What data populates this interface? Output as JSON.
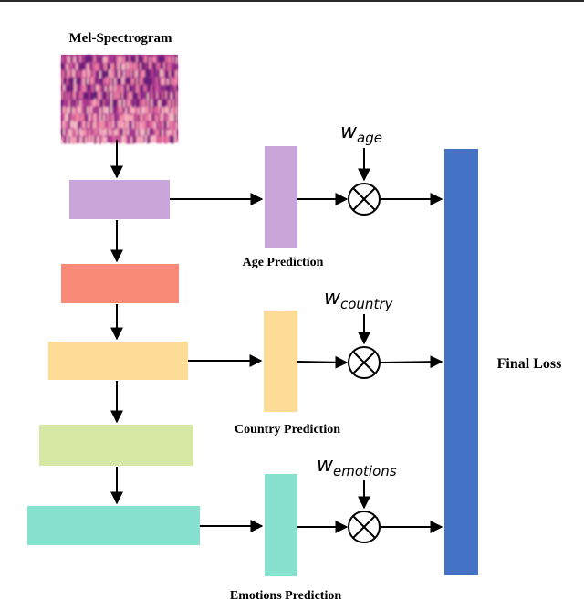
{
  "title": "Mel-Spectrogram",
  "colors": {
    "block1": "#c9a6d9",
    "block2": "#f98a78",
    "block3": "#fddc95",
    "block4": "#d6e8a4",
    "block5": "#86e2cf",
    "age_head": "#c9a6d9",
    "country_head": "#fddc95",
    "emotions_head": "#86e2cf",
    "final_bar": "#4472c4",
    "arrow": "#000000",
    "spectrogram": [
      "#6a1b78",
      "#a8398f",
      "#d9609a",
      "#f08aa7",
      "#f3b5c2"
    ]
  },
  "heads": {
    "age": {
      "label": "Age Prediction",
      "weight_symbol": "w",
      "weight_subscript": "age"
    },
    "country": {
      "label": "Country Prediction",
      "weight_symbol": "w",
      "weight_subscript": "country"
    },
    "emotions": {
      "label": "Emotions Prediction",
      "weight_symbol": "w",
      "weight_subscript": "emotions"
    }
  },
  "final_loss": "Final Loss",
  "icons": {
    "multiply": "circled-times-icon"
  }
}
